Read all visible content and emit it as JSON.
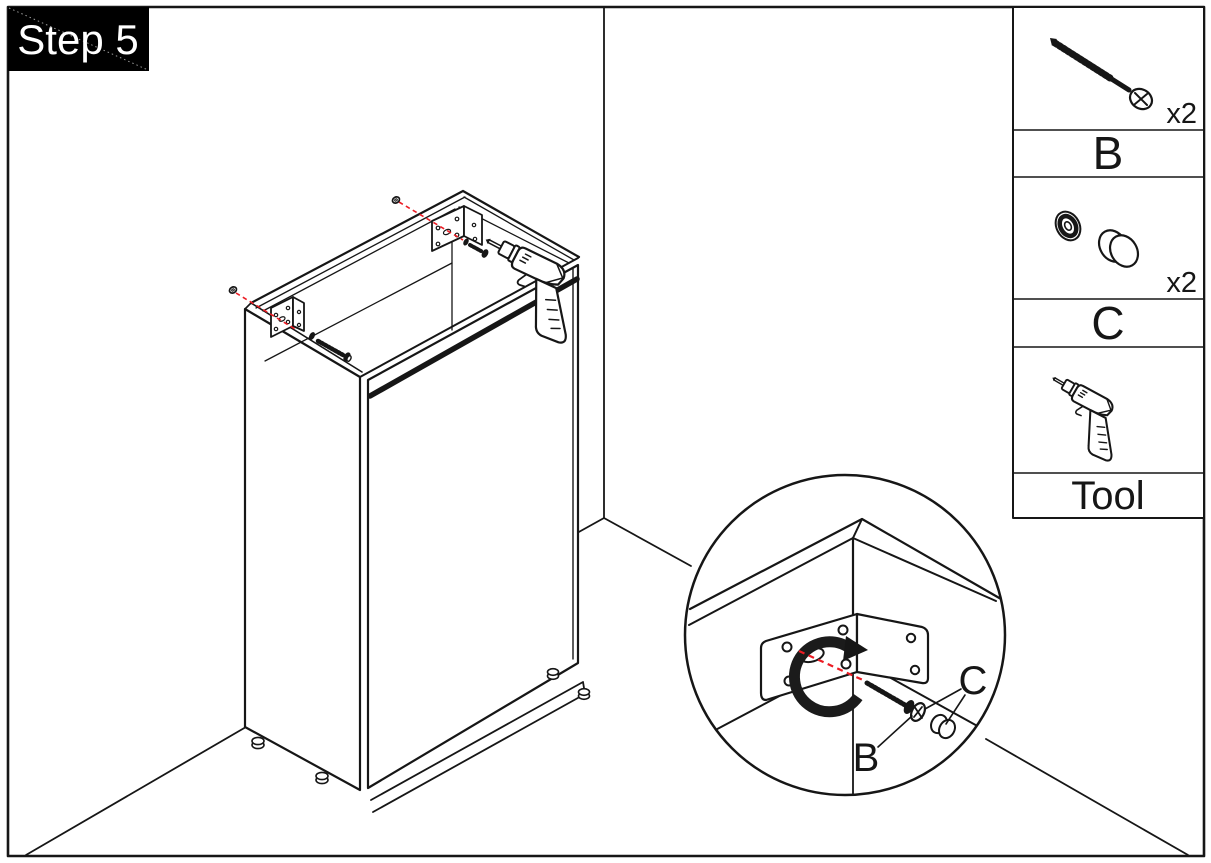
{
  "step_box": {
    "label": "Step 5"
  },
  "colors": {
    "ink": "#161616",
    "red": "#ec1c24",
    "step_bg": "#000000",
    "step_text": "#ffffff",
    "paper": "#ffffff"
  },
  "parts_panel": {
    "items": [
      {
        "id": "B",
        "label": "B",
        "count": "x2",
        "icon": "screw-icon"
      },
      {
        "id": "C",
        "label": "C",
        "count": "x2",
        "icon": "washer-and-cap-icon"
      },
      {
        "id": "Tool",
        "label": "Tool",
        "count": "",
        "icon": "drill-icon"
      }
    ]
  },
  "detail_view": {
    "callouts": [
      {
        "label": "B",
        "target": "screw"
      },
      {
        "label": "C",
        "target": "washer-and-cap"
      }
    ]
  }
}
